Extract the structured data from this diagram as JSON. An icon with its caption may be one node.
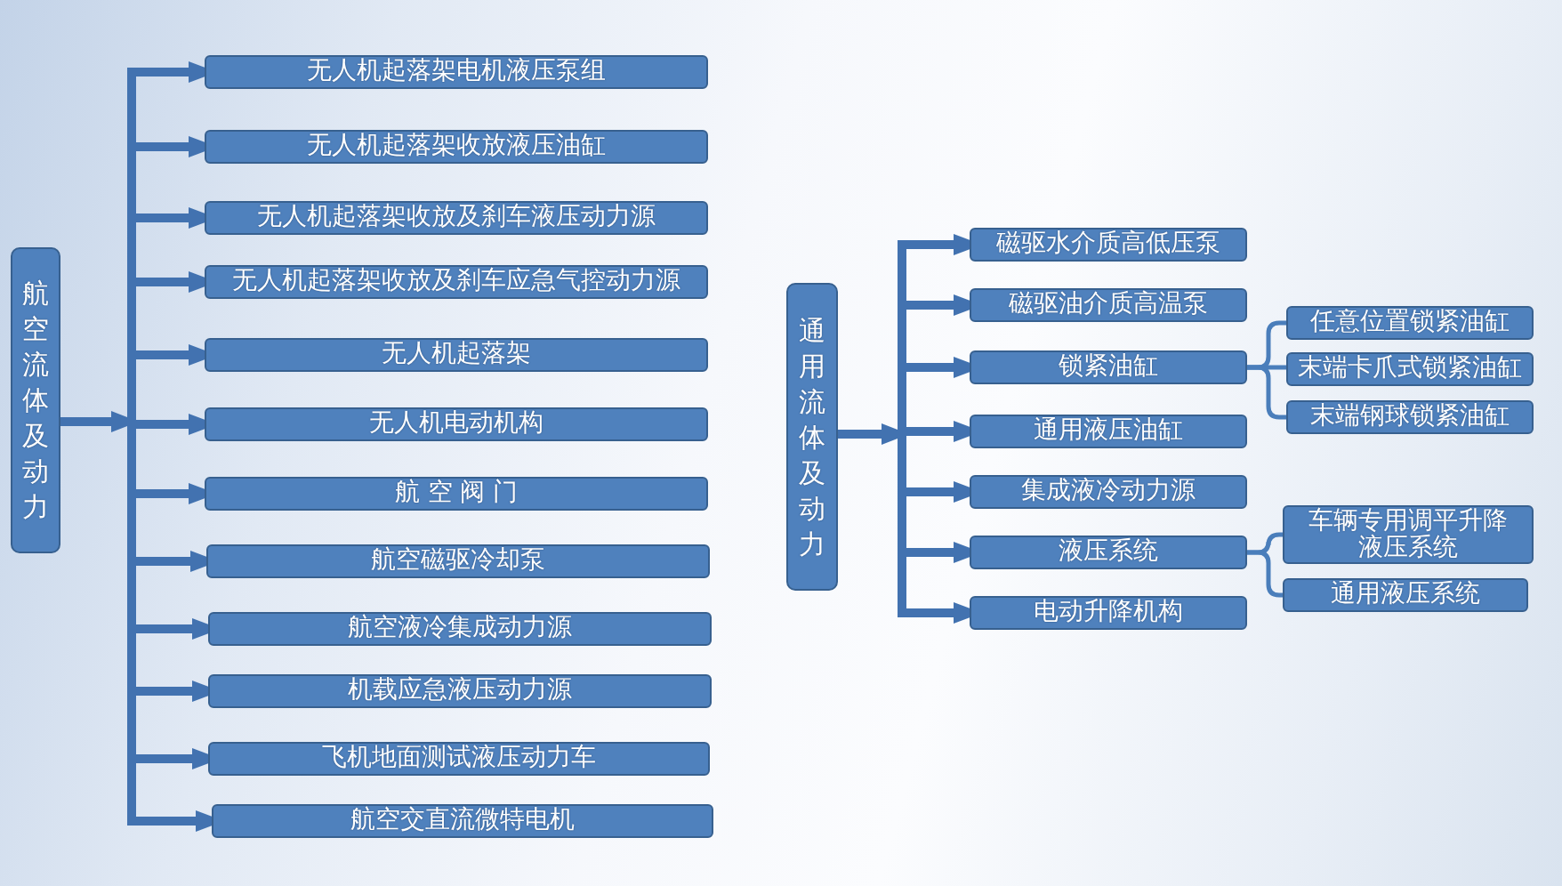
{
  "diagram": {
    "nodes": [
      {
        "text": [
          "航空流体及动力"
        ]
      },
      {
        "text": [
          "无人机起落架电机液压泵组"
        ]
      },
      {
        "text": [
          "无人机起落架收放液压油缸"
        ]
      },
      {
        "text": [
          "无人机起落架收放及刹车液压动力源"
        ]
      },
      {
        "text": [
          "无人机起落架收放及刹车应急气控动力源"
        ]
      },
      {
        "text": [
          "无人机起落架"
        ]
      },
      {
        "text": [
          "无人机电动机构"
        ]
      },
      {
        "text": [
          "航 空 阀 门"
        ]
      },
      {
        "text": [
          "航空磁驱冷却泵"
        ]
      },
      {
        "text": [
          "航空液冷集成动力源"
        ]
      },
      {
        "text": [
          "机载应急液压动力源"
        ]
      },
      {
        "text": [
          "飞机地面测试液压动力车"
        ]
      },
      {
        "text": [
          "航空交直流微特电机"
        ]
      },
      {
        "text": [
          "通用流体及动力"
        ]
      },
      {
        "text": [
          "磁驱水介质高低压泵"
        ]
      },
      {
        "text": [
          "磁驱油介质高温泵"
        ]
      },
      {
        "text": [
          "锁紧油缸"
        ]
      },
      {
        "text": [
          "通用液压油缸"
        ]
      },
      {
        "text": [
          "集成液冷动力源"
        ]
      },
      {
        "text": [
          "液压系统"
        ]
      },
      {
        "text": [
          "电动升降机构"
        ]
      },
      {
        "text": [
          "任意位置锁紧油缸"
        ]
      },
      {
        "text": [
          "末端卡爪式锁紧油缸"
        ]
      },
      {
        "text": [
          "末端钢球锁紧油缸"
        ]
      },
      {
        "text": [
          "车辆专用调平升降液压系统"
        ]
      },
      {
        "text": [
          "通用液压系统"
        ]
      }
    ],
    "edges": [
      {
        "from": 0,
        "to": 1,
        "arrow": "to"
      },
      {
        "from": 0,
        "to": 2,
        "arrow": "to"
      },
      {
        "from": 0,
        "to": 3,
        "arrow": "to"
      },
      {
        "from": 0,
        "to": 4,
        "arrow": "to"
      },
      {
        "from": 0,
        "to": 5,
        "arrow": "to"
      },
      {
        "from": 0,
        "to": 6,
        "arrow": "to"
      },
      {
        "from": 0,
        "to": 7,
        "arrow": "to"
      },
      {
        "from": 0,
        "to": 8,
        "arrow": "to"
      },
      {
        "from": 0,
        "to": 9,
        "arrow": "to"
      },
      {
        "from": 0,
        "to": 10,
        "arrow": "to"
      },
      {
        "from": 0,
        "to": 11,
        "arrow": "to"
      },
      {
        "from": 0,
        "to": 12,
        "arrow": "to"
      },
      {
        "from": 13,
        "to": 14,
        "arrow": "to"
      },
      {
        "from": 13,
        "to": 15,
        "arrow": "to"
      },
      {
        "from": 13,
        "to": 16,
        "arrow": "to"
      },
      {
        "from": 13,
        "to": 17,
        "arrow": "to"
      },
      {
        "from": 13,
        "to": 18,
        "arrow": "to"
      },
      {
        "from": 13,
        "to": 19,
        "arrow": "to"
      },
      {
        "from": 13,
        "to": 20,
        "arrow": "to"
      },
      {
        "from": 16,
        "to": 21,
        "arrow": "none"
      },
      {
        "from": 16,
        "to": 22,
        "arrow": "none"
      },
      {
        "from": 16,
        "to": 23,
        "arrow": "none"
      },
      {
        "from": 19,
        "to": 24,
        "arrow": "none"
      },
      {
        "from": 19,
        "to": 25,
        "arrow": "none"
      }
    ]
  }
}
